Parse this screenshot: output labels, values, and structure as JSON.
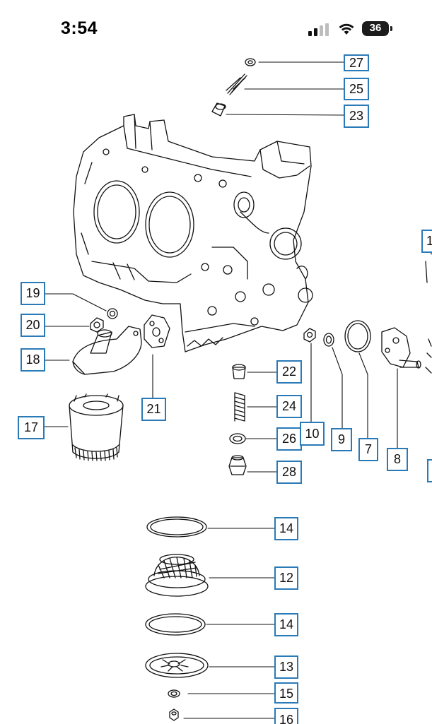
{
  "status_bar": {
    "time": "3:54",
    "battery": "36",
    "icons": [
      "signal-bars-icon",
      "wifi-icon",
      "battery-icon"
    ]
  },
  "diagram": {
    "accent_color": "#2a7ab8",
    "line_color": "#111111",
    "callouts": [
      {
        "id": "27",
        "label": "27"
      },
      {
        "id": "25",
        "label": "25"
      },
      {
        "id": "23",
        "label": "23"
      },
      {
        "id": "19",
        "label": "19"
      },
      {
        "id": "20",
        "label": "20"
      },
      {
        "id": "18",
        "label": "18"
      },
      {
        "id": "21",
        "label": "21"
      },
      {
        "id": "17",
        "label": "17"
      },
      {
        "id": "22",
        "label": "22"
      },
      {
        "id": "24",
        "label": "24"
      },
      {
        "id": "26",
        "label": "26"
      },
      {
        "id": "28",
        "label": "28"
      },
      {
        "id": "10",
        "label": "10"
      },
      {
        "id": "9",
        "label": "9"
      },
      {
        "id": "7",
        "label": "7"
      },
      {
        "id": "8",
        "label": "8"
      },
      {
        "id": "1",
        "label": "1"
      },
      {
        "id": "14a",
        "label": "14"
      },
      {
        "id": "12",
        "label": "12"
      },
      {
        "id": "14b",
        "label": "14"
      },
      {
        "id": "13",
        "label": "13"
      },
      {
        "id": "15",
        "label": "15"
      },
      {
        "id": "16",
        "label": "16"
      }
    ]
  }
}
